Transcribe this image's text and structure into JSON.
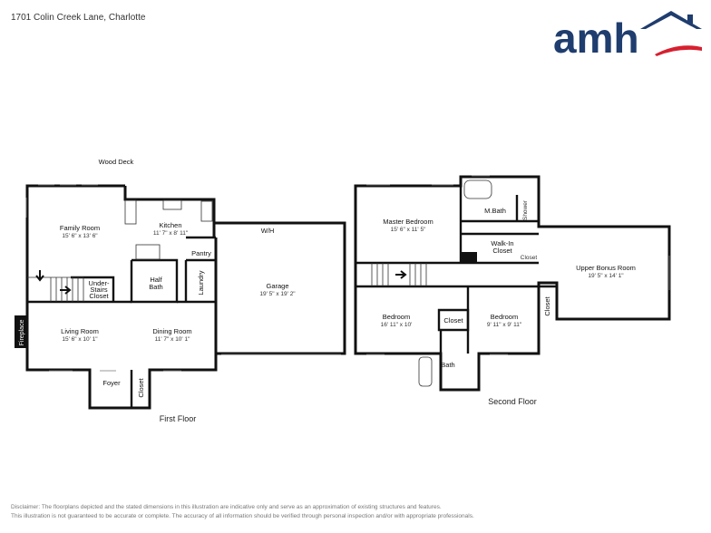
{
  "header": {
    "address": "1701 Colin Creek Lane, Charlotte",
    "logo_text": "amh",
    "brand_colors": {
      "navy": "#1f3d6e",
      "red": "#d6202f"
    }
  },
  "first_floor": {
    "title": "First Floor",
    "wood_deck": "Wood Deck",
    "rooms": {
      "family_room": {
        "name": "Family Room",
        "dims": "15' 6\" x 13' 6\""
      },
      "kitchen": {
        "name": "Kitchen",
        "dims": "11' 7\" x 8' 11\""
      },
      "half_bath": {
        "name": "Half Bath",
        "line1": "Half",
        "line2": "Bath"
      },
      "pantry": {
        "name": "Pantry"
      },
      "laundry": {
        "name": "Laundry"
      },
      "under_stairs": {
        "line1": "Under-",
        "line2": "Stairs",
        "line3": "Closet"
      },
      "living_room": {
        "name": "Living Room",
        "dims": "15' 6\" x 10' 1\""
      },
      "dining_room": {
        "name": "Dining Room",
        "dims": "11' 7\" x 10' 1\""
      },
      "foyer": {
        "name": "Foyer"
      },
      "closet": {
        "name": "Closet"
      },
      "fireplace": {
        "name": "Fireplace"
      },
      "wh": {
        "name": "W/H"
      },
      "garage": {
        "name": "Garage",
        "dims": "19' 5\" x 19' 2\""
      }
    }
  },
  "second_floor": {
    "title": "Second Floor",
    "rooms": {
      "master_bedroom": {
        "name": "Master Bedroom",
        "dims": "15' 6\" x 11' 5\""
      },
      "master_bath": {
        "name": "M.Bath"
      },
      "shower": {
        "name": "Shower"
      },
      "walk_in": {
        "line1": "Walk-In",
        "line2": "Closet"
      },
      "closet_small": {
        "name": "Closet"
      },
      "upper_bonus": {
        "name": "Upper Bonus Room",
        "dims": "19' 5\" x 14' 1\""
      },
      "bedroom_left": {
        "name": "Bedroom",
        "dims": "16' 11\" x 10'"
      },
      "closet_mid": {
        "name": "Closet"
      },
      "bedroom_right": {
        "name": "Bedroom",
        "dims": "9' 11\" x 9' 11\""
      },
      "closet_right": {
        "name": "Closet"
      },
      "bath": {
        "name": "Bath"
      }
    }
  },
  "disclaimer": {
    "line1": "Disclaimer: The floorplans depicted and the stated dimensions in this illustration are indicative only and serve as an approximation of existing structures and features.",
    "line2": "This illustration is not guaranteed to be accurate or complete. The accuracy of all information should be verified through personal inspection and/or with appropriate professionals."
  }
}
